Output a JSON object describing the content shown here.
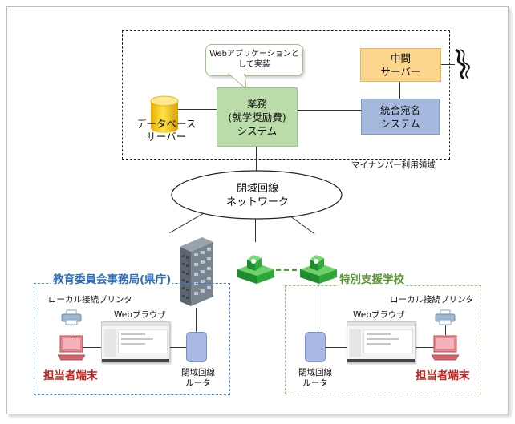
{
  "callout": "Webアプリケーションと\nして実装",
  "gyomu_system": "業務\n(就学奨励費)\nシステム",
  "db_server": "データベース\nサーバー",
  "chukan_server": "中間\nサーバー",
  "togo_atena": "統合宛名\nシステム",
  "mynumber_area": "マイナンバー利用領域",
  "network": "閉域回線\nネットワーク",
  "board": {
    "title": "教育委員会事務局(県庁)",
    "printer_label": "ローカル接続プリンタ",
    "browser_label": "Webブラウザ",
    "terminal_label": "担当者端末",
    "router_label": "閉域回線\nルータ"
  },
  "school": {
    "title": "特別支援学校",
    "printer_label": "ローカル接続プリンタ",
    "browser_label": "Webブラウザ",
    "terminal_label": "担当者端末",
    "router_label": "閉域回線\nルータ"
  },
  "colors": {
    "system_green": "#b9dca8",
    "server_orange": "#fcd68e",
    "atena_blue": "#a5b9df",
    "terminal_red": "#c3211f",
    "board_blue": "#2f6fbd",
    "school_green": "#5a9a34"
  },
  "icons": [
    "db-cylinder-icon",
    "building-icon",
    "school-icon",
    "printer-icon",
    "computer-icon",
    "lightning-icon"
  ]
}
